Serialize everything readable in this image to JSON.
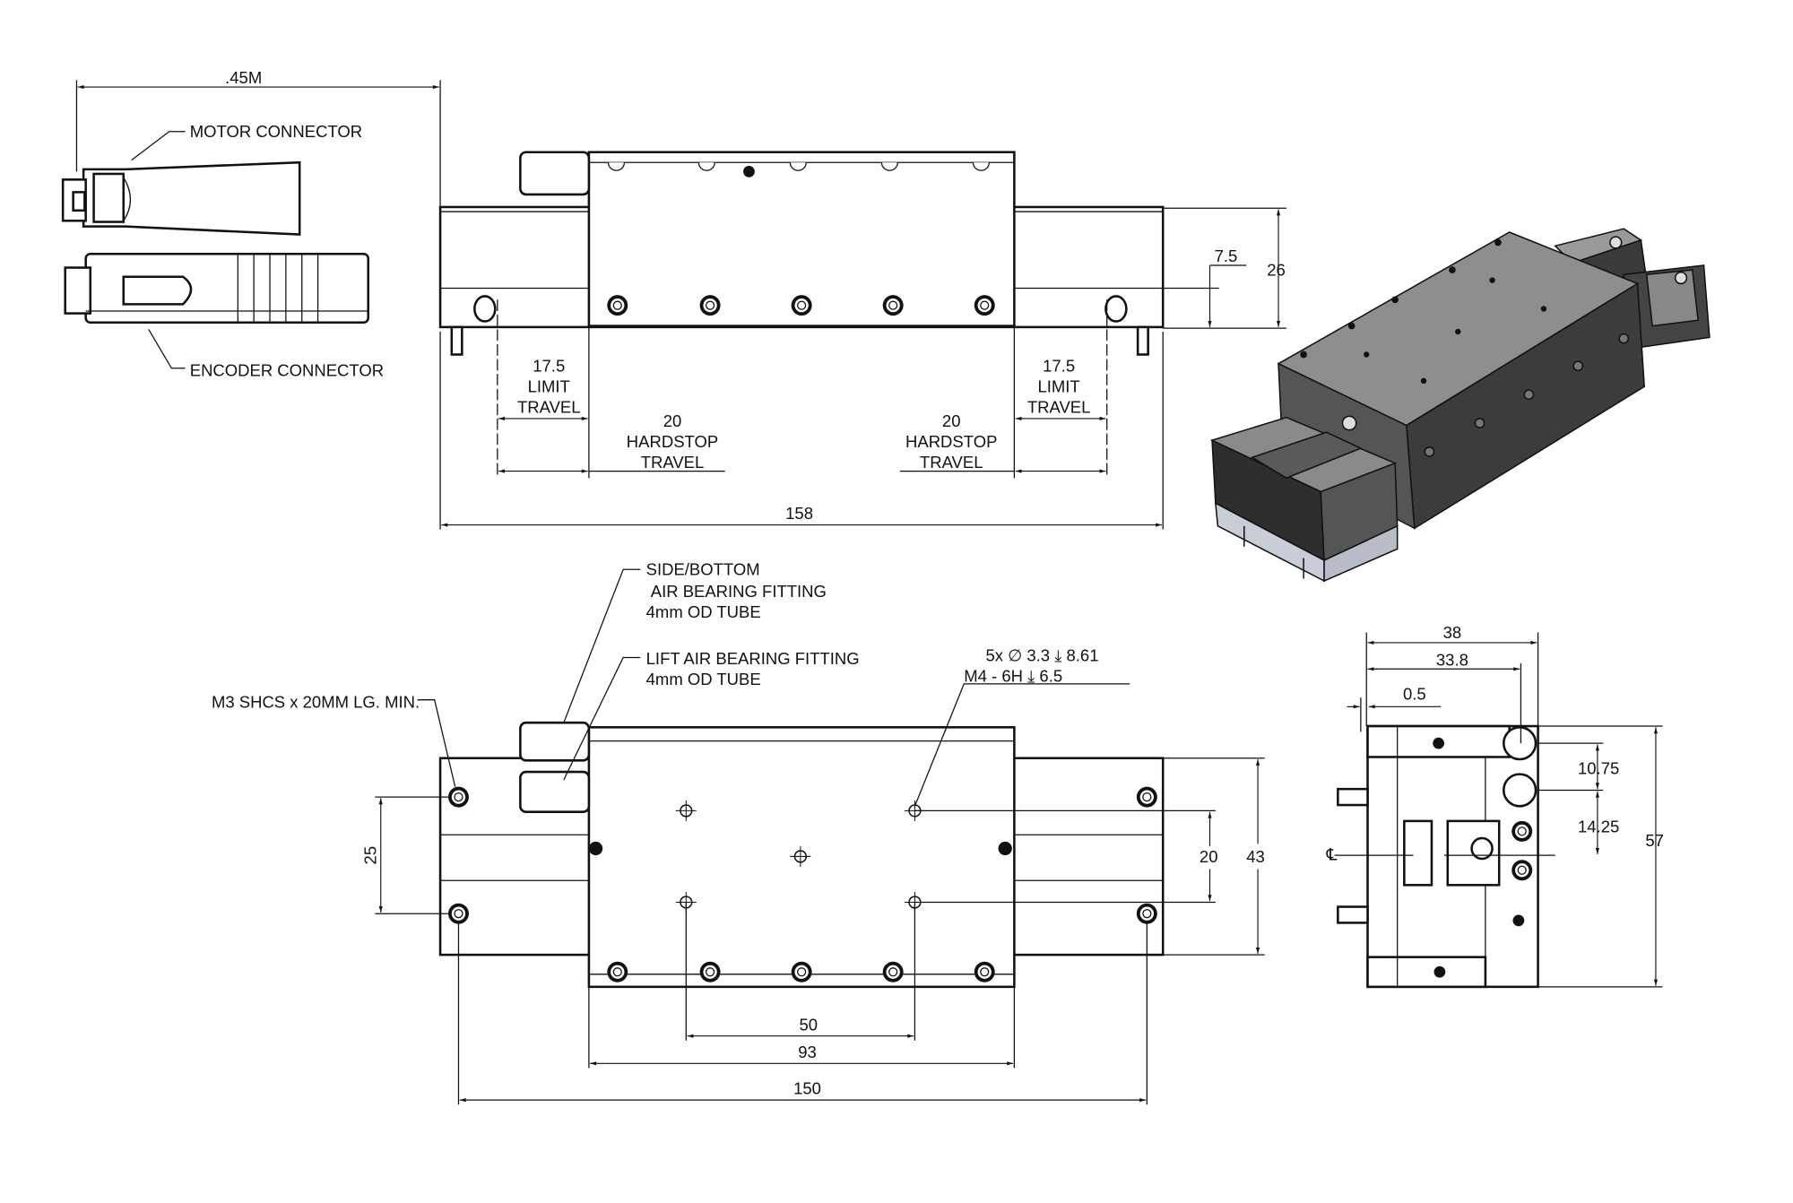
{
  "connectors": {
    "length_dim": ".45M",
    "motor_label": "MOTOR CONNECTOR",
    "encoder_label": "ENCODER CONNECTOR"
  },
  "front_view": {
    "height_dim": "26",
    "offset_dim": "7.5",
    "limit_left": [
      "17.5",
      "LIMIT",
      "TRAVEL"
    ],
    "limit_right": [
      "17.5",
      "LIMIT",
      "TRAVEL"
    ],
    "hardstop_left": [
      "20",
      "HARDSTOP",
      "TRAVEL"
    ],
    "hardstop_right": [
      "20",
      "HARDSTOP",
      "TRAVEL"
    ],
    "length_dim": "158"
  },
  "top_view": {
    "side_fitting": [
      "SIDE/BOTTOM",
      "AIR BEARING FITTING",
      "4mm OD TUBE"
    ],
    "lift_fitting": [
      "LIFT AIR BEARING FITTING",
      "4mm OD TUBE"
    ],
    "screw_note": "M3 SHCS x 20MM LG. MIN.",
    "hole_note": [
      "5x ∅ 3.3 ⤓ 8.61",
      "M4 - 6H ⤓ 6.5"
    ],
    "dim_25": "25",
    "dim_20": "20",
    "dim_43": "43",
    "dim_50": "50",
    "dim_93": "93",
    "dim_150": "150"
  },
  "end_view": {
    "dim_38": "38",
    "dim_33_8": "33.8",
    "dim_0_5": "0.5",
    "dim_10_75": "10.75",
    "dim_14_25": "14.25",
    "dim_57": "57",
    "centerline": "℄"
  }
}
